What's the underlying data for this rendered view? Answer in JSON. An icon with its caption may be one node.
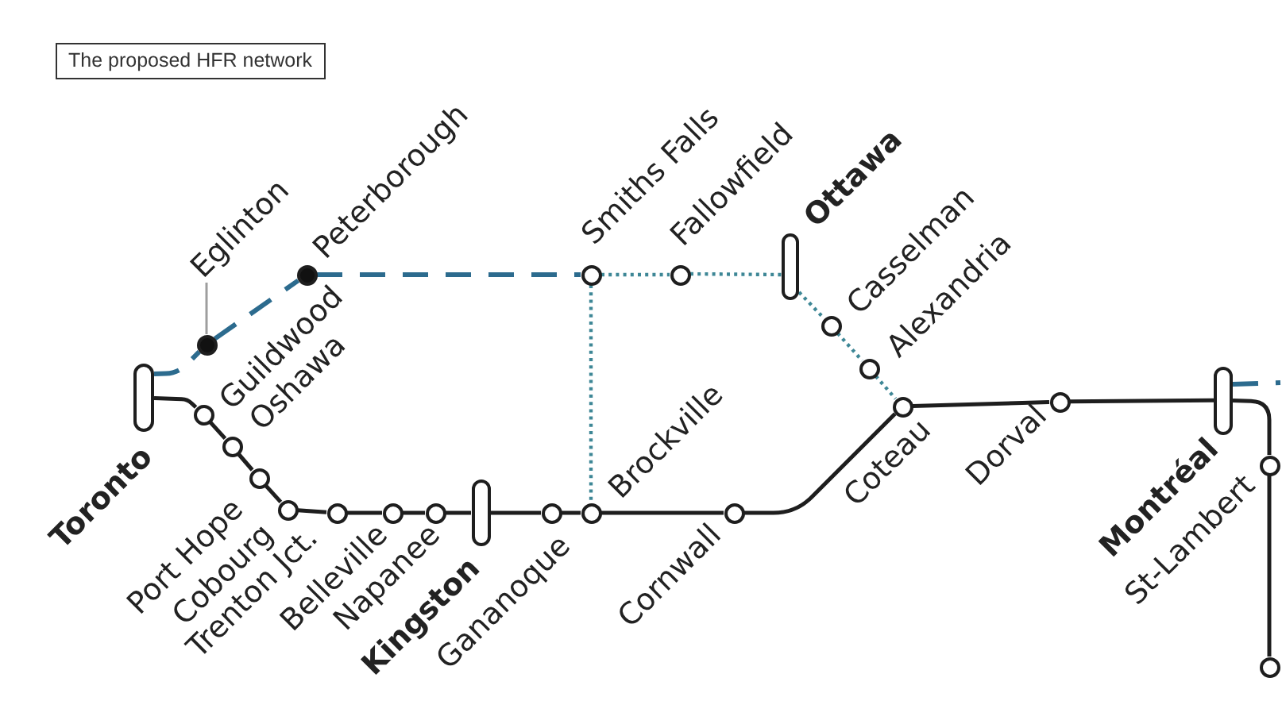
{
  "diagram": {
    "title": "The proposed HFR network",
    "nodes": [
      {
        "text": [
          "Toronto"
        ]
      },
      {
        "text": [
          "Eglinton"
        ]
      },
      {
        "text": [],
        "shape": "circle"
      },
      {
        "text": [
          "Guildwood"
        ]
      },
      {
        "text": [
          "Peterborough"
        ]
      },
      {
        "text": [
          "Oshawa"
        ]
      },
      {
        "text": [
          "Port Hope"
        ]
      },
      {
        "text": [
          "Cobourg"
        ]
      },
      {
        "text": [
          "Trenton Jct."
        ]
      },
      {
        "text": [
          "Belleville"
        ]
      },
      {
        "text": [
          "Napanee"
        ]
      },
      {
        "text": [
          "Kingston"
        ]
      },
      {
        "text": [
          "Gananoque"
        ]
      },
      {
        "text": [
          "Brockville"
        ]
      },
      {
        "text": [
          "Smiths Falls"
        ]
      },
      {
        "text": [
          "Fallowfield"
        ]
      },
      {
        "text": [
          "Ottawa"
        ]
      },
      {
        "text": [
          "Casselman"
        ]
      },
      {
        "text": [
          "Alexandria"
        ]
      },
      {
        "text": [
          "Cornwall"
        ]
      },
      {
        "text": [
          "Coteau"
        ]
      },
      {
        "text": [
          "Dorval"
        ]
      },
      {
        "text": [
          "Montréal"
        ]
      },
      {
        "text": [
          "St-Lambert"
        ]
      },
      {
        "text": [],
        "shape": "circle"
      }
    ],
    "edges": [
      {
        "from": 0,
        "to": 3,
        "arrow": "none"
      },
      {
        "from": 3,
        "to": 5,
        "arrow": "none"
      },
      {
        "from": 5,
        "to": 6,
        "arrow": "none"
      },
      {
        "from": 6,
        "to": 7,
        "arrow": "none"
      },
      {
        "from": 7,
        "to": 8,
        "arrow": "none"
      },
      {
        "from": 8,
        "to": 9,
        "arrow": "none"
      },
      {
        "from": 9,
        "to": 10,
        "arrow": "none"
      },
      {
        "from": 10,
        "to": 11,
        "arrow": "none"
      },
      {
        "from": 11,
        "to": 12,
        "arrow": "none"
      },
      {
        "from": 12,
        "to": 13,
        "arrow": "none"
      },
      {
        "from": 13,
        "to": 19,
        "arrow": "none"
      },
      {
        "from": 19,
        "to": 20,
        "arrow": "none"
      },
      {
        "from": 20,
        "to": 21,
        "arrow": "none"
      },
      {
        "from": 21,
        "to": 22,
        "arrow": "none"
      },
      {
        "from": 22,
        "to": 23,
        "arrow": "none"
      },
      {
        "from": 23,
        "to": 24,
        "arrow": "none"
      },
      {
        "from": 0,
        "to": 2,
        "arrow": "none",
        "style": "dashed",
        "color": "#2c6b8e"
      },
      {
        "from": 2,
        "to": 4,
        "arrow": "none",
        "style": "dashed",
        "color": "#2c6b8e"
      },
      {
        "from": 4,
        "to": 14,
        "arrow": "none",
        "style": "dashed",
        "color": "#2c6b8e"
      },
      {
        "from": 22,
        "to": null,
        "arrow": "none",
        "style": "dashed",
        "color": "#2c6b8e"
      },
      {
        "from": 14,
        "to": 15,
        "arrow": "none",
        "style": "dashed",
        "color": "#3e8796"
      },
      {
        "from": 15,
        "to": 16,
        "arrow": "none",
        "style": "dashed",
        "color": "#3e8796"
      },
      {
        "from": 14,
        "to": 13,
        "arrow": "none",
        "style": "dashed",
        "color": "#3e8796"
      },
      {
        "from": 16,
        "to": 17,
        "arrow": "none",
        "style": "dashed",
        "color": "#3e8796"
      },
      {
        "from": 17,
        "to": 18,
        "arrow": "none",
        "style": "dashed",
        "color": "#3e8796"
      },
      {
        "from": 18,
        "to": 20,
        "arrow": "none",
        "style": "dashed",
        "color": "#3e8796"
      },
      {
        "from": 1,
        "to": 2,
        "arrow": "none",
        "color": "#9e9e9e"
      }
    ]
  }
}
